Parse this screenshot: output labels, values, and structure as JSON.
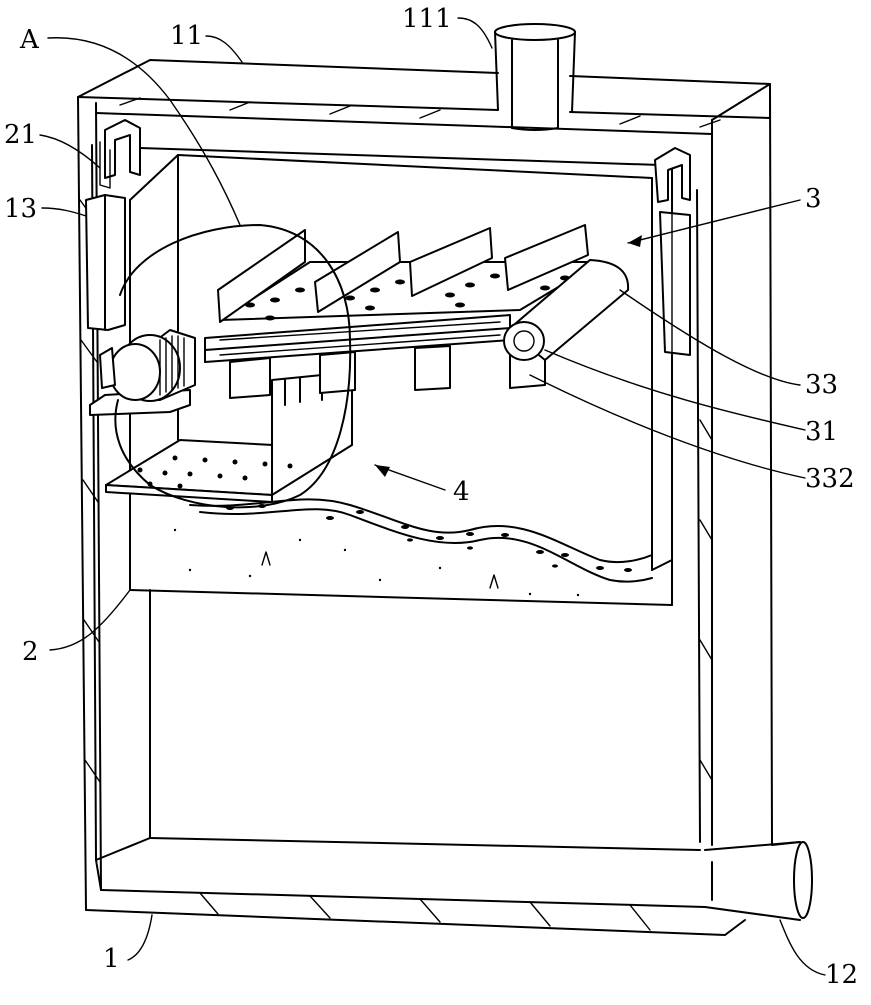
{
  "figure": {
    "callouts": [
      {
        "id": "A",
        "text": "A"
      },
      {
        "id": "11",
        "text": "11"
      },
      {
        "id": "111",
        "text": "111"
      },
      {
        "id": "21",
        "text": "21"
      },
      {
        "id": "13",
        "text": "13"
      },
      {
        "id": "3",
        "text": "3"
      },
      {
        "id": "33",
        "text": "33"
      },
      {
        "id": "31",
        "text": "31"
      },
      {
        "id": "332",
        "text": "332"
      },
      {
        "id": "4",
        "text": "4"
      },
      {
        "id": "2",
        "text": "2"
      },
      {
        "id": "1",
        "text": "1"
      },
      {
        "id": "12",
        "text": "12"
      }
    ]
  }
}
